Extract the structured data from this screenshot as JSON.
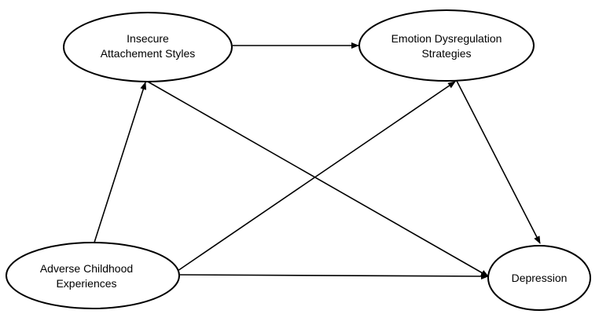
{
  "diagram": {
    "nodes": {
      "insecure_attachment": {
        "line1": "Insecure",
        "line2": "Attachement Styles"
      },
      "emotion_dysregulation": {
        "line1": "Emotion Dysregulation",
        "line2": "Strategies"
      },
      "adverse_childhood": {
        "line1": "Adverse Childhood",
        "line2": "Experiences"
      },
      "depression": {
        "line1": "Depression"
      }
    },
    "edges": [
      {
        "from": "insecure_attachment",
        "to": "emotion_dysregulation"
      },
      {
        "from": "insecure_attachment",
        "to": "depression"
      },
      {
        "from": "adverse_childhood",
        "to": "insecure_attachment"
      },
      {
        "from": "adverse_childhood",
        "to": "emotion_dysregulation"
      },
      {
        "from": "adverse_childhood",
        "to": "depression"
      },
      {
        "from": "emotion_dysregulation",
        "to": "depression"
      }
    ],
    "colors": {
      "stroke": "#000000",
      "fill": "#ffffff",
      "text": "#000000"
    }
  }
}
